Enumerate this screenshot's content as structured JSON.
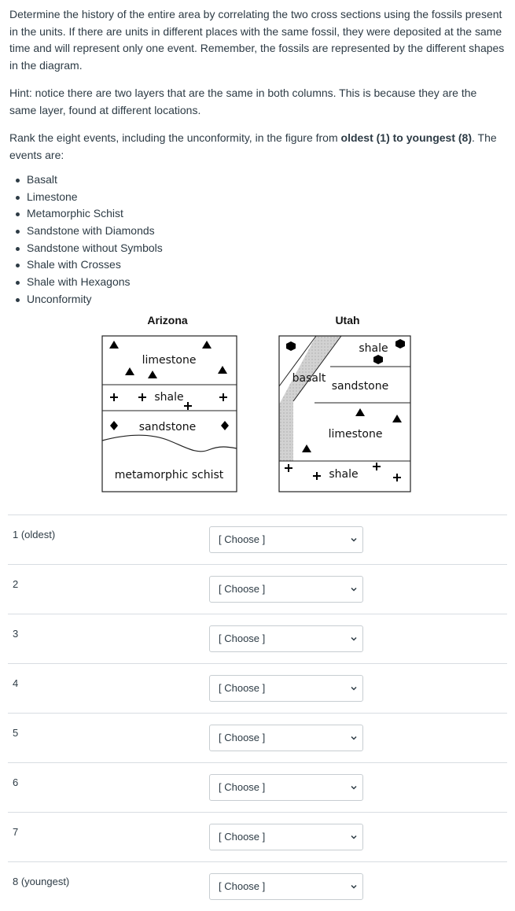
{
  "instructions": {
    "p1": "Determine the history of the entire area by correlating the two cross sections using the fossils present in the units. If there are units in different places with the same fossil, they were deposited at the same time and will represent only one event.  Remember, the fossils are represented by the different shapes in the diagram.",
    "p2": "Hint: notice there are two layers that are the same in both columns. This is because they are the same layer, found at different locations.",
    "p3_before": "Rank the eight events, including the unconformity, in the figure from ",
    "p3_bold": "oldest (1) to youngest (8)",
    "p3_after": ".  The events are:"
  },
  "events": [
    "Basalt",
    "Limestone",
    "Metamorphic Schist",
    "Sandstone with Diamonds",
    "Sandstone without Symbols",
    "Shale with Crosses",
    "Shale with Hexagons",
    "Unconformity"
  ],
  "diagram": {
    "arizona": {
      "title": "Arizona",
      "limestone": "limestone",
      "shale": "shale",
      "sandstone": "sandstone",
      "schist": "metamorphic schist"
    },
    "utah": {
      "title": "Utah",
      "shale": "shale",
      "basalt": "basalt",
      "sandstone": "sandstone",
      "limestone": "limestone",
      "shale_bottom": "shale"
    }
  },
  "ranking": {
    "placeholder": "[ Choose ]",
    "rows": [
      {
        "label": "1 (oldest)"
      },
      {
        "label": "2"
      },
      {
        "label": "3"
      },
      {
        "label": "4"
      },
      {
        "label": "5"
      },
      {
        "label": "6"
      },
      {
        "label": "7"
      },
      {
        "label": "8 (youngest)"
      }
    ]
  }
}
